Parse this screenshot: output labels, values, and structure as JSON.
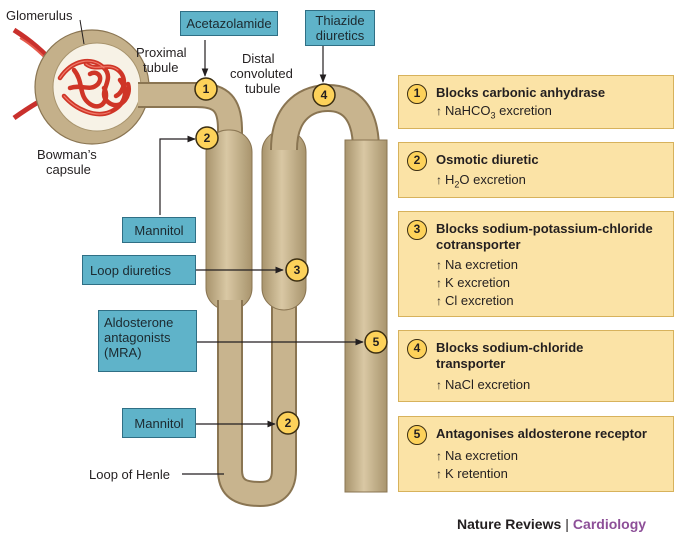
{
  "labels": {
    "glomerulus": "Glomerulus",
    "proximal_tubule_1": "Proximal",
    "proximal_tubule_2": "tubule",
    "bowmans_1": "Bowman’s",
    "bowmans_2": "capsule",
    "distal_1": "Distal",
    "distal_2": "convoluted",
    "distal_3": "tubule",
    "loop_of_henle": "Loop of Henle"
  },
  "drugs": {
    "acetazolamide": "Acetazolamide",
    "thiazide_1": "Thiazide",
    "thiazide_2": "diuretics",
    "mannitol_top": "Mannitol",
    "loop_diuretics": "Loop diuretics",
    "aldosterone_1": "Aldosterone",
    "aldosterone_2": "antagonists",
    "aldosterone_3": "(MRA)",
    "mannitol_bottom": "Mannitol"
  },
  "markers": {
    "proximal": "1",
    "mannitol_upper": "2",
    "loop": "3",
    "thiazide": "4",
    "aldosterone": "5",
    "mannitol_lower": "2"
  },
  "effects": [
    {
      "number": "1",
      "title": "Blocks carbonic anhydrase",
      "lines": [
        {
          "pre": "NaHCO",
          "sub": "3",
          "post": " excretion"
        }
      ]
    },
    {
      "number": "2",
      "title": "Osmotic diuretic",
      "lines": [
        {
          "pre": "H",
          "sub": "2",
          "post": "O excretion"
        }
      ]
    },
    {
      "number": "3",
      "title": "Blocks sodium-potassium-chloride cotransporter",
      "lines": [
        {
          "pre": "Na excretion",
          "sub": "",
          "post": ""
        },
        {
          "pre": "K excretion",
          "sub": "",
          "post": ""
        },
        {
          "pre": "Cl excretion",
          "sub": "",
          "post": ""
        }
      ]
    },
    {
      "number": "4",
      "title": "Blocks sodium-chloride transporter",
      "lines": [
        {
          "pre": "NaCl excretion",
          "sub": "",
          "post": ""
        }
      ]
    },
    {
      "number": "5",
      "title": "Antagonises aldosterone receptor",
      "lines": [
        {
          "pre": "Na excretion",
          "sub": "",
          "post": ""
        },
        {
          "pre": "K retention",
          "sub": "",
          "post": ""
        }
      ]
    }
  ],
  "arrow_symbol": "↑",
  "footer": {
    "journal": "Nature Reviews",
    "separator": "|",
    "section": "Cardiology"
  },
  "colors": {
    "tubule": "#c4b08a",
    "glomerulus": "#d63a2b",
    "drug_box": "#5fb3c9",
    "effect_box": "#fbe3a6",
    "marker": "#fdd25a",
    "section_text": "#8d4f98"
  }
}
